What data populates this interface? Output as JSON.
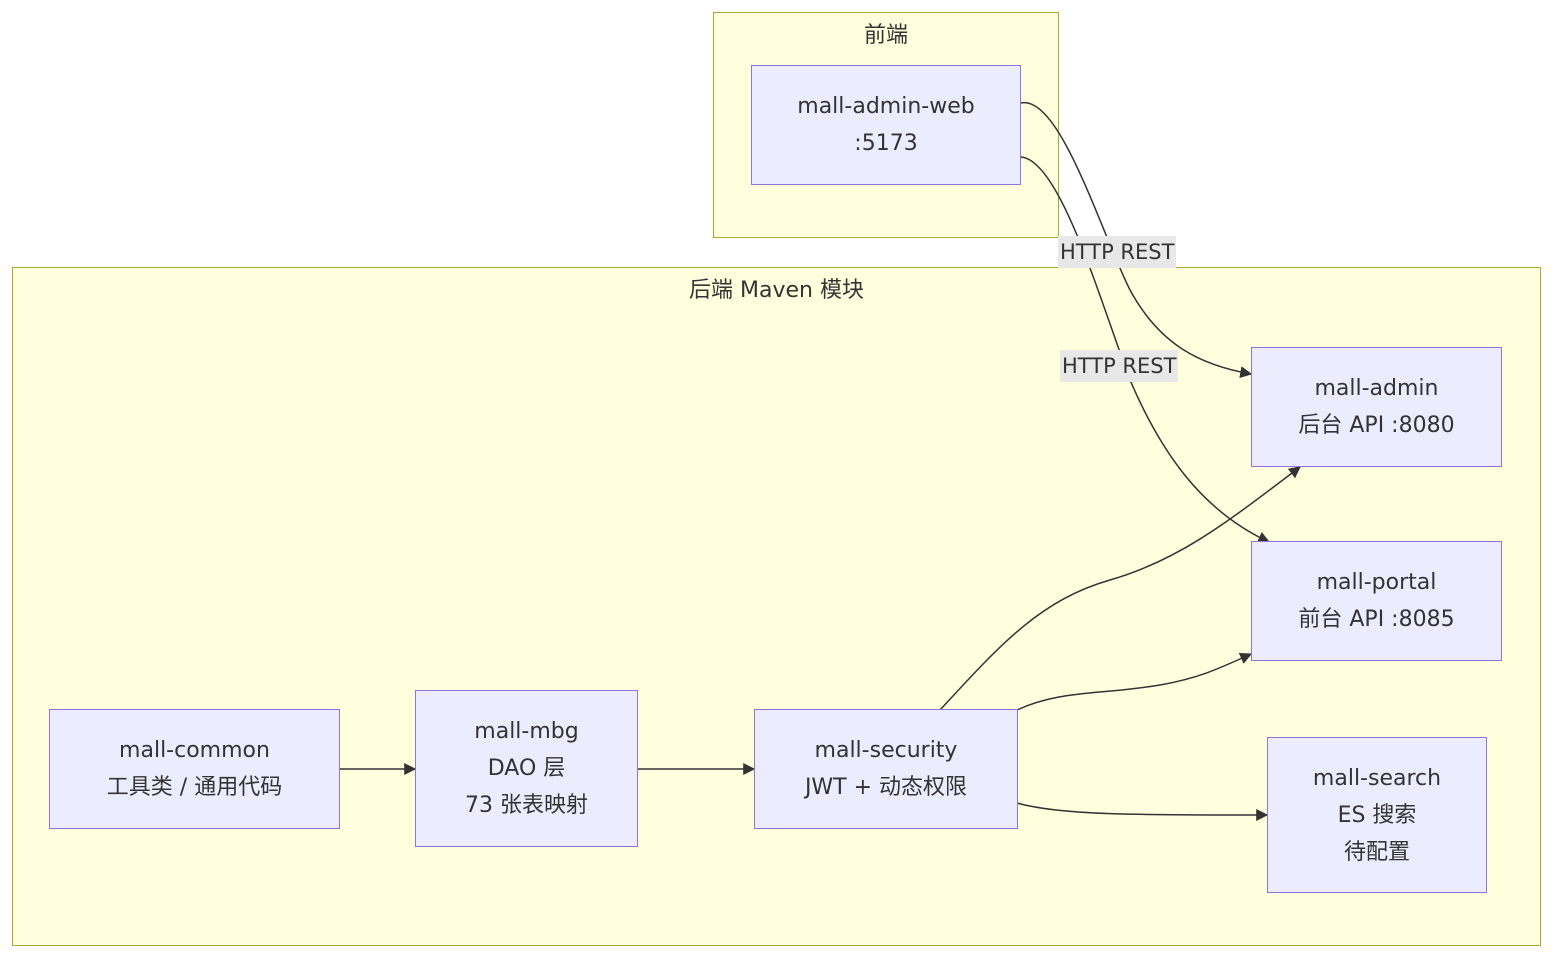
{
  "clusters": {
    "frontend": {
      "title": "前端"
    },
    "backend": {
      "title": "后端 Maven 模块"
    }
  },
  "nodes": {
    "admin_web": {
      "lines": [
        "mall-admin-web",
        ":5173"
      ]
    },
    "admin": {
      "lines": [
        "mall-admin",
        "后台 API :8080"
      ]
    },
    "portal": {
      "lines": [
        "mall-portal",
        "前台 API :8085"
      ]
    },
    "search": {
      "lines": [
        "mall-search",
        "ES 搜索",
        "待配置"
      ]
    },
    "common": {
      "lines": [
        "mall-common",
        "工具类 / 通用代码"
      ]
    },
    "mbg": {
      "lines": [
        "mall-mbg",
        "DAO 层",
        "73 张表映射"
      ]
    },
    "security": {
      "lines": [
        "mall-security",
        "JWT + 动态权限"
      ]
    }
  },
  "edges": [
    {
      "from": "admin_web",
      "to": "admin",
      "label": "HTTP REST"
    },
    {
      "from": "admin_web",
      "to": "portal",
      "label": "HTTP REST"
    },
    {
      "from": "common",
      "to": "mbg",
      "label": ""
    },
    {
      "from": "mbg",
      "to": "security",
      "label": ""
    },
    {
      "from": "security",
      "to": "admin",
      "label": ""
    },
    {
      "from": "security",
      "to": "portal",
      "label": ""
    },
    {
      "from": "security",
      "to": "search",
      "label": ""
    }
  ],
  "colors": {
    "cluster_fill": "#ffffde",
    "cluster_border": "#aaaa33",
    "node_fill": "#ececff",
    "node_border": "#9370db",
    "edge": "#333333",
    "edge_label_bg": "#e8e8e8"
  }
}
